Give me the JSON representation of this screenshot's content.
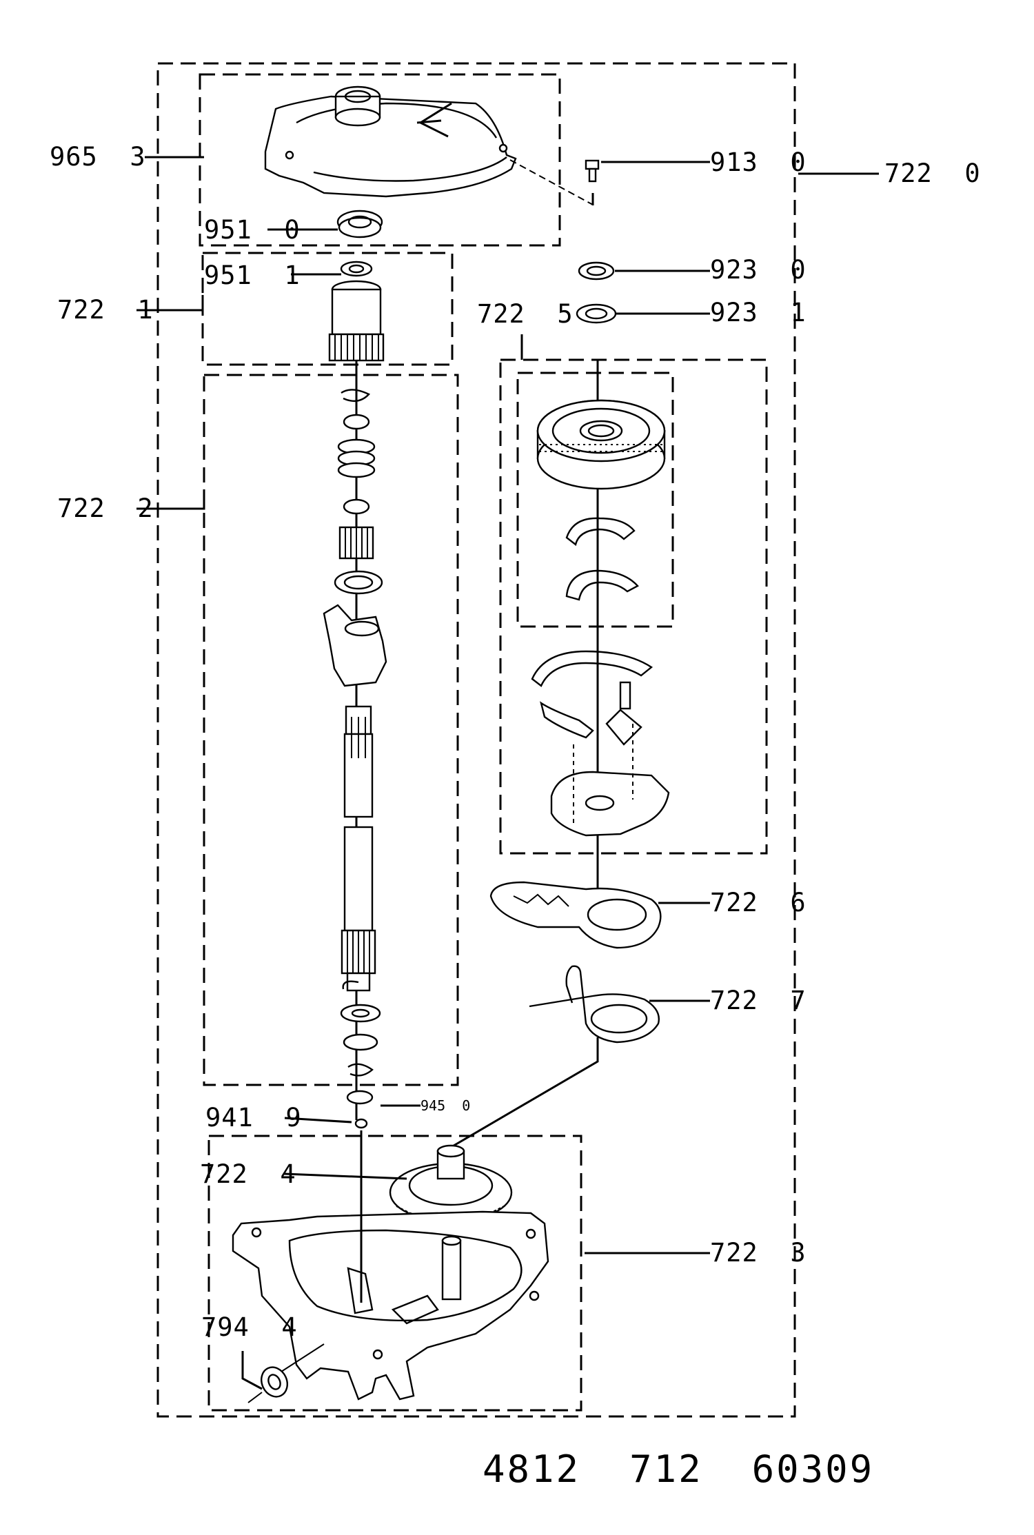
{
  "labels": {
    "p9653": "965  3",
    "p9130": "913  0",
    "p7220": "722  0",
    "p9510": "951  0",
    "p9511": "951  1",
    "p7221": "722  1",
    "p9230": "923  0",
    "p9231": "923  1",
    "p7225": "722  5",
    "p7222": "722  2",
    "p7226": "722  6",
    "p7227": "722  7",
    "p9450": "945  0",
    "p9419": "941  9",
    "p7224": "722  4",
    "p7223": "722  3",
    "p7944": "794  4"
  },
  "document_number": "4812  712  60309"
}
